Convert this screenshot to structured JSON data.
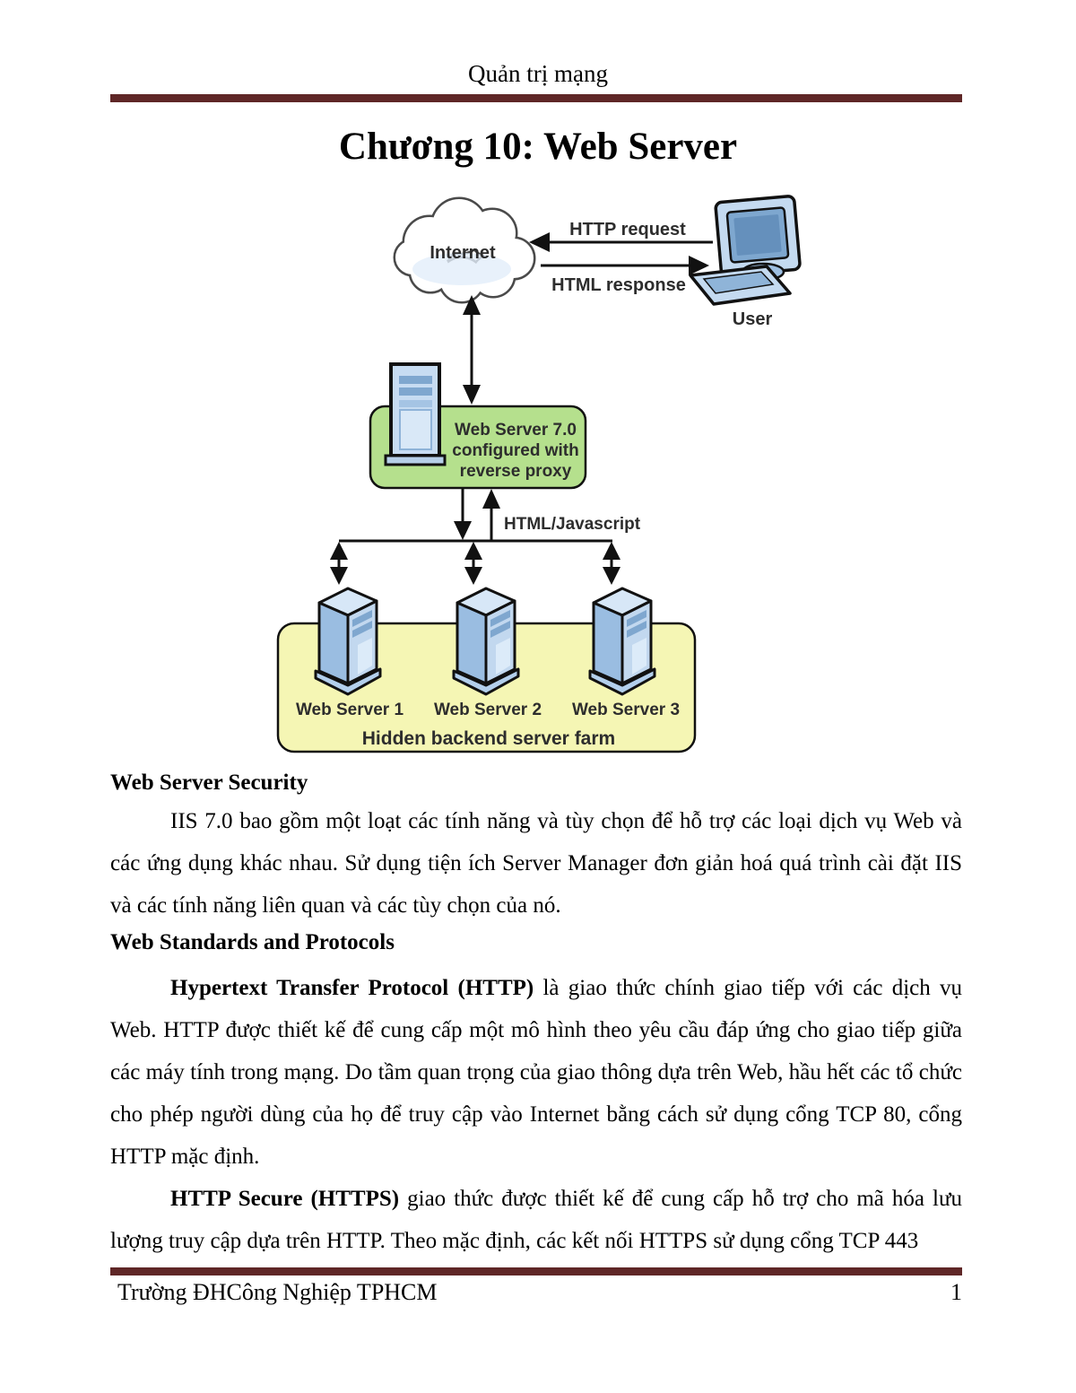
{
  "page": {
    "running_header": "Quản trị mạng",
    "title": "Chương 10: Web Server",
    "accent_rule_color": "#5f2727",
    "footer": {
      "institution": "Trường ĐHCông Nghiệp TPHCM",
      "page_number": "1"
    }
  },
  "diagram": {
    "internet_label": "Internet",
    "http_request_label": "HTTP request",
    "html_response_label": "HTML response",
    "user_label": "User",
    "proxy_box": {
      "line1": "Web Server 7.0",
      "line2": "configured with",
      "line3": "reverse proxy",
      "fill": "#b5e08d"
    },
    "html_js_label": "HTML/Javascript",
    "farm": {
      "label": "Hidden backend server farm",
      "fill": "#f5f6b4",
      "servers": [
        "Web Server 1",
        "Web Server 2",
        "Web Server 3"
      ]
    }
  },
  "content": {
    "section1_heading": "Web Server Security",
    "section1_para": "IIS 7.0 bao gồm một loạt các tính năng và tùy chọn để hỗ trợ các loại dịch vụ Web và các ứng dụng khác nhau. Sử dụng tiện ích Server Manager đơn giản hoá quá trình cài đặt IIS và các tính năng liên quan và các tùy chọn của nó.",
    "section2_heading": "Web Standards and Protocols",
    "para_http_lead": "Hypertext Transfer Protocol (HTTP)",
    "para_http_rest": "là giao thức chính giao tiếp với các dịch vụ Web. HTTP được thiết kế để cung cấp một mô hình theo yêu cầu đáp ứng cho giao tiếp giữa các máy tính trong mạng. Do tầm quan trọng của giao thông dựa trên Web, hầu hết các tổ chức cho phép người dùng của họ để truy cập vào Internet bằng cách sử dụng cổng TCP 80, cổng HTTP mặc định.",
    "para_https_lead": "HTTP Secure (HTTPS)",
    "para_https_rest": "giao thức được thiết kế để cung cấp hỗ trợ cho mã hóa lưu lượng truy cập dựa trên HTTP. Theo mặc định, các kết nối HTTPS sử dụng cổng TCP 443"
  }
}
